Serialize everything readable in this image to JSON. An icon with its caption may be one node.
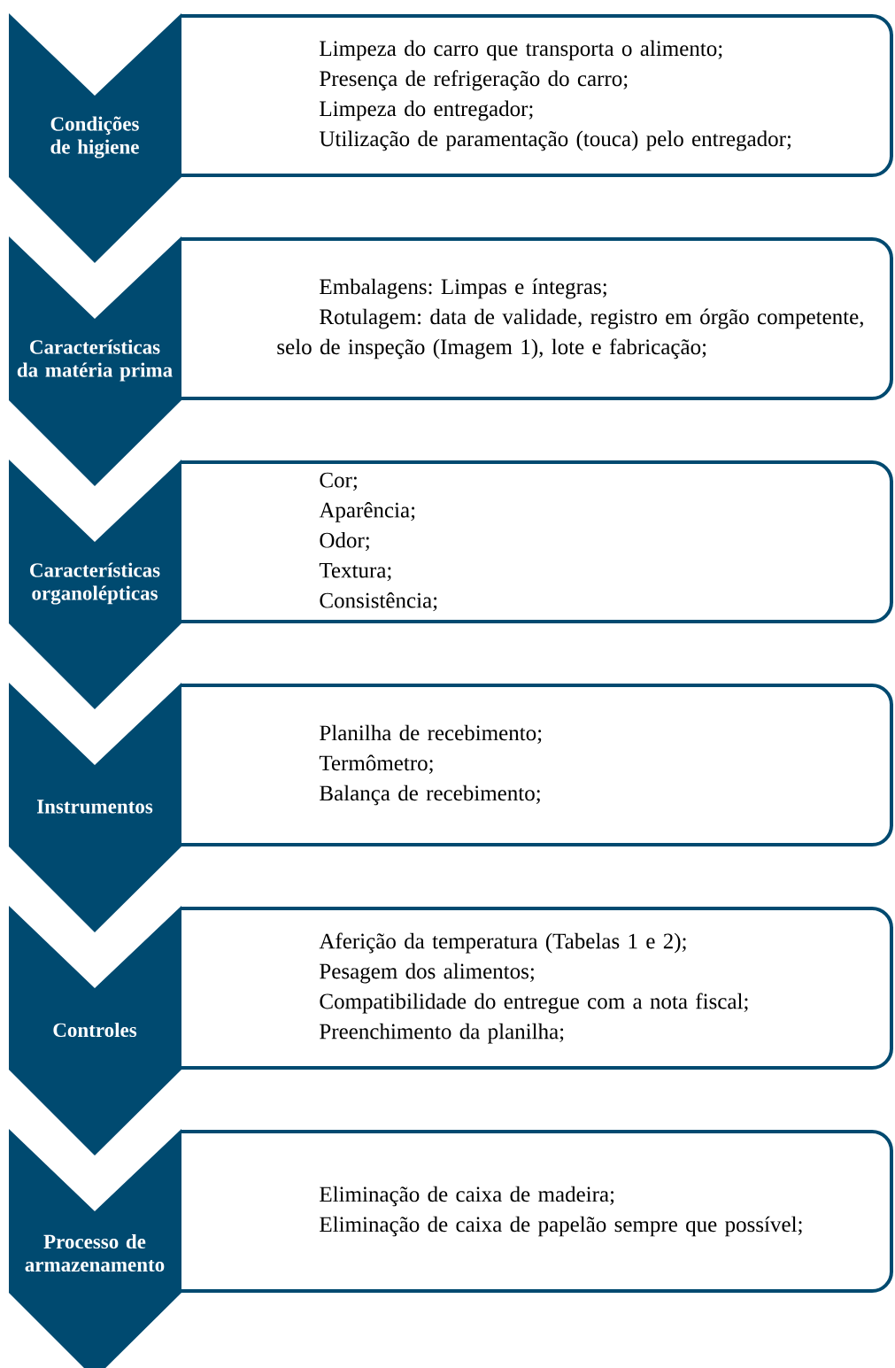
{
  "diagram": {
    "nodes": [
      {
        "text": [
          "Condições de higiene"
        ]
      },
      {
        "text": [
          "Limpeza do carro que transporta o alimento;",
          "Presença de refrigeração do carro;",
          "Limpeza do entregador;",
          "Utilização de paramentação (touca) pelo entregador;"
        ]
      },
      {
        "text": [
          "Características da matéria prima"
        ]
      },
      {
        "text": [
          "Embalagens: Limpas e íntegras;",
          "Rotulagem: data de validade, registro em órgão competente, selo de inspeção (Imagem 1), lote e fabricação;"
        ]
      },
      {
        "text": [
          "Características organolépticas"
        ]
      },
      {
        "text": [
          "Cor;",
          "Aparência;",
          "Odor;",
          "Textura;",
          "Consistência;"
        ]
      },
      {
        "text": [
          "Instrumentos"
        ]
      },
      {
        "text": [
          "Planilha de recebimento;",
          "Termômetro;",
          "Balança de recebimento;"
        ]
      },
      {
        "text": [
          "Controles"
        ]
      },
      {
        "text": [
          "Aferição da temperatura (Tabelas 1 e 2);",
          "Pesagem dos alimentos;",
          "Compatibilidade do entregue com a nota fiscal;",
          "Preenchimento da planilha;"
        ]
      },
      {
        "text": [
          "Processo de armazenamento"
        ]
      },
      {
        "text": [
          "Eliminação de caixa de madeira;",
          "Eliminação de caixa de papelão sempre que possível;"
        ]
      }
    ],
    "edges": []
  }
}
